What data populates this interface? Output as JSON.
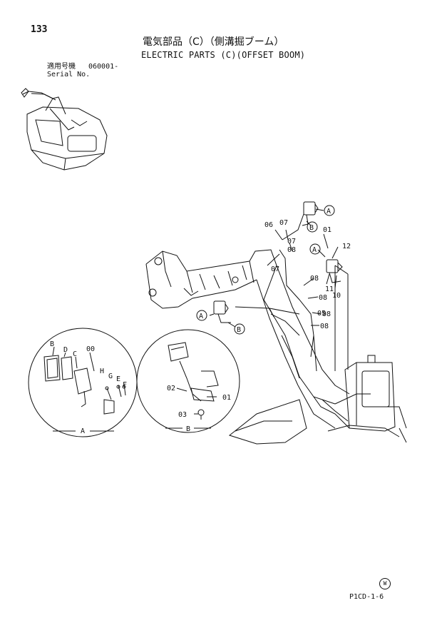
{
  "header": {
    "page_number": "133",
    "title_jp": "電気部品（C）（側溝掘ブーム）",
    "title_en": "ELECTRIC PARTS (C)(OFFSET BOOM)",
    "applicable_label": "適用号機",
    "applicable_value": "060001-",
    "serial_label": "Serial No."
  },
  "callouts": {
    "main": [
      "06",
      "07",
      "07",
      "08",
      "01",
      "12",
      "07",
      "08",
      "11",
      "10",
      "08",
      "05",
      "08",
      "08"
    ],
    "circle_labels": [
      "A",
      "B",
      "A",
      "A",
      "B"
    ],
    "detail_a": [
      "B",
      "D",
      "C",
      "00",
      "H",
      "G",
      "E",
      "F"
    ],
    "detail_b": [
      "02",
      "01",
      "03"
    ]
  },
  "detail_titles": {
    "a": "A",
    "b": "B"
  },
  "footer": {
    "figure_mark": "W",
    "figure_code": "P1CD-1-6"
  }
}
